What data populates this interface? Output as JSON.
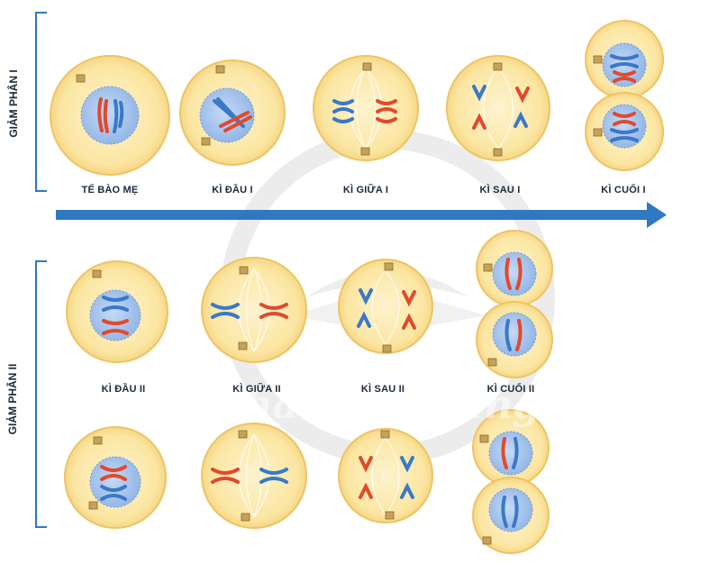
{
  "side_labels": {
    "meiosis_1": "GIẢM PHÂN I",
    "meiosis_2": "GIẢM PHÂN II"
  },
  "stage_labels": {
    "mother_cell": "TẾ BÀO MẸ",
    "prophase_1": "KÌ ĐẦU I",
    "metaphase_1": "KÌ GIỮA I",
    "anaphase_1": "KÌ SAU I",
    "telophase_1": "KÌ CUỐI I",
    "prophase_2": "KÌ ĐẦU II",
    "metaphase_2": "KÌ GIỮA II",
    "anaphase_2": "KÌ SAU II",
    "telophase_2": "KÌ CUỐI II"
  },
  "watermark": "Chân trời sáng tạo",
  "colors": {
    "cytoplasm": "#fbe6a2",
    "cell_edge": "#f0c869",
    "nucleus": "#a9c7ee",
    "chromosome_red": "#e2492b",
    "chromosome_blue": "#3b78c8",
    "arrow": "#2f78c4",
    "bracket": "#2f78c4"
  }
}
